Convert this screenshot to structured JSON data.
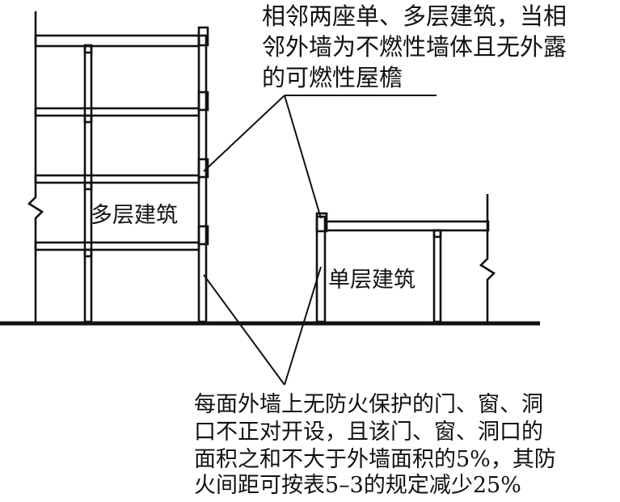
{
  "annotations": {
    "top_note": [
      "相邻两座单、多层建筑，当相",
      "邻外墙为不燃性墙体且无外露",
      "的可燃性屋檐"
    ],
    "bottom_note": [
      "每面外墙上无防火保护的门、窗、洞",
      "口不正对开设，且该门、窗、洞口的",
      "面积之和不大于外墙面积的5%，其防",
      "火间距可按表5–3的规定减少25%"
    ]
  },
  "buildings": {
    "multi_storey_label": "多层建筑",
    "single_storey_label": "单层建筑"
  },
  "colors": {
    "line": "#111111",
    "background": "#ffffff"
  }
}
